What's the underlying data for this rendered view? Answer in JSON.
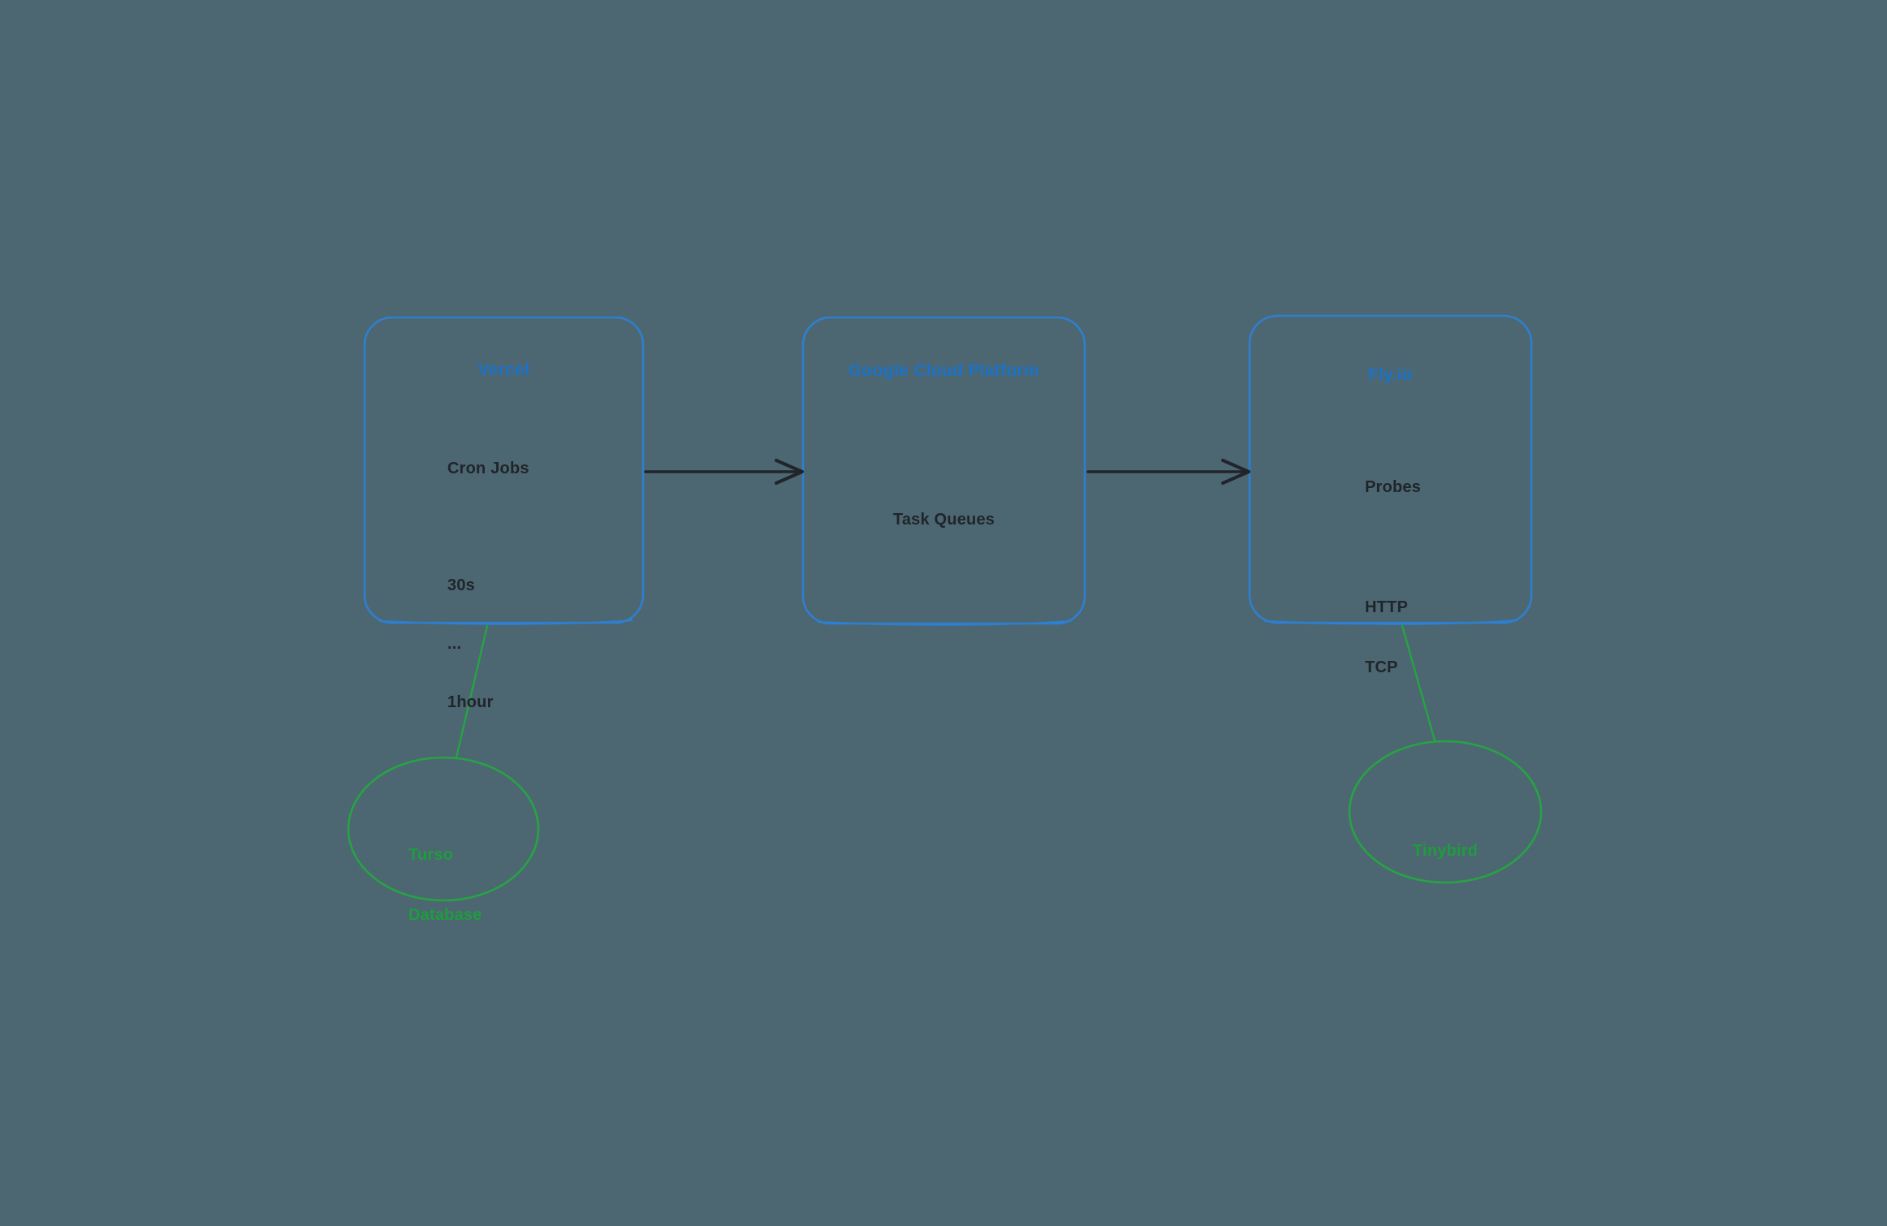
{
  "diagram": {
    "boxes": [
      {
        "title": "Vercel",
        "lines": [
          "Cron Jobs",
          "",
          "30s",
          "...",
          "1hour"
        ]
      },
      {
        "title": "Google Cloud Platform",
        "lines": [
          "Task Queues"
        ]
      },
      {
        "title": "Fly.io",
        "lines": [
          "Probes",
          "",
          "HTTP",
          "TCP"
        ]
      }
    ],
    "ellipses": [
      {
        "lines": [
          "Turso",
          "Database"
        ]
      },
      {
        "lines": [
          "Tinybird"
        ]
      }
    ],
    "colors": {
      "background": "#4C6771",
      "box_stroke": "#2E7FD0",
      "box_title_text": "#1C72C7",
      "body_text": "#20252B",
      "green_stroke": "#26A344",
      "green_text": "#1F9C3E",
      "arrow": "#20252B"
    }
  }
}
